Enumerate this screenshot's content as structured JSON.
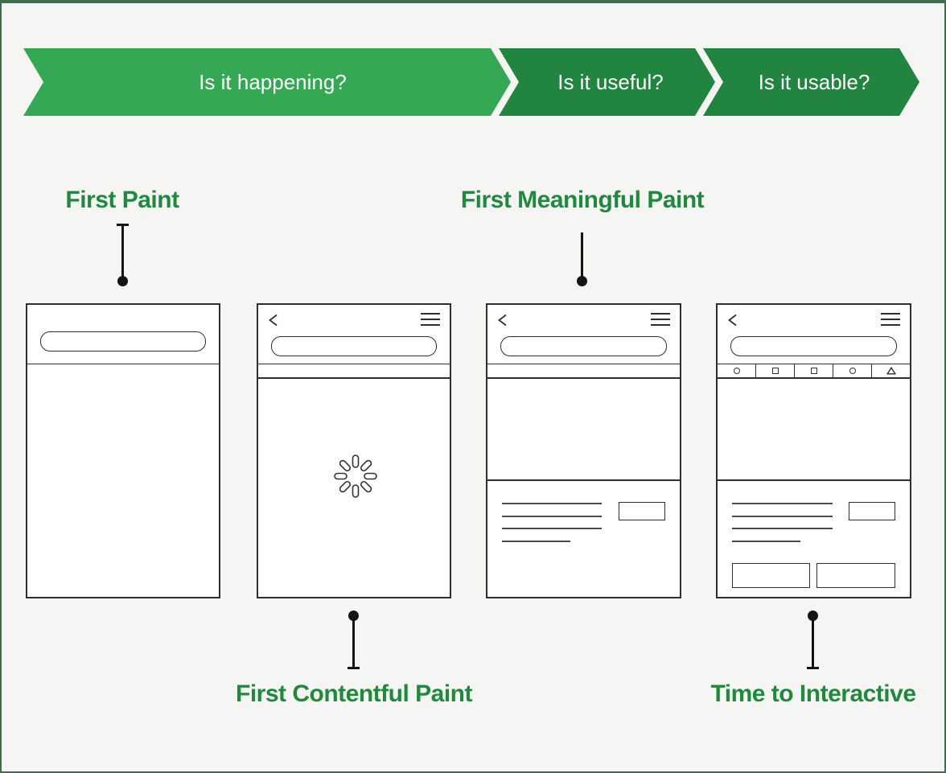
{
  "page": {
    "background": "#F5F5F4",
    "frame_color": "#3E6E4B"
  },
  "banner": {
    "text_color": "#FFFFFF",
    "stages": [
      {
        "id": "happening",
        "label": "Is it happening?",
        "color": "#34A853"
      },
      {
        "id": "useful",
        "label": "Is it useful?",
        "color": "#218540"
      },
      {
        "id": "usable",
        "label": "Is it usable?",
        "color": "#218540"
      }
    ]
  },
  "labels": {
    "color": "#1F8A3E",
    "first_paint": "First Paint",
    "first_contentful_paint": "First Contentful Paint",
    "first_meaningful_paint": "First Meaningful Paint",
    "time_to_interactive": "Time to Interactive"
  },
  "phones": [
    {
      "stage": "first-paint",
      "shows": [
        "url-bar",
        "empty-page"
      ]
    },
    {
      "stage": "first-contentful-paint",
      "shows": [
        "back-icon",
        "menu-icon",
        "url-bar",
        "loading-spinner"
      ]
    },
    {
      "stage": "first-meaningful-paint",
      "shows": [
        "back-icon",
        "menu-icon",
        "url-bar",
        "hero-block",
        "text-lines",
        "action-button"
      ]
    },
    {
      "stage": "time-to-interactive",
      "shows": [
        "back-icon",
        "menu-icon",
        "url-bar",
        "toolbar-circle",
        "toolbar-square",
        "toolbar-square",
        "toolbar-circle",
        "toolbar-triangle",
        "hero-block",
        "text-lines",
        "action-button",
        "bottom-button",
        "bottom-button"
      ]
    }
  ]
}
